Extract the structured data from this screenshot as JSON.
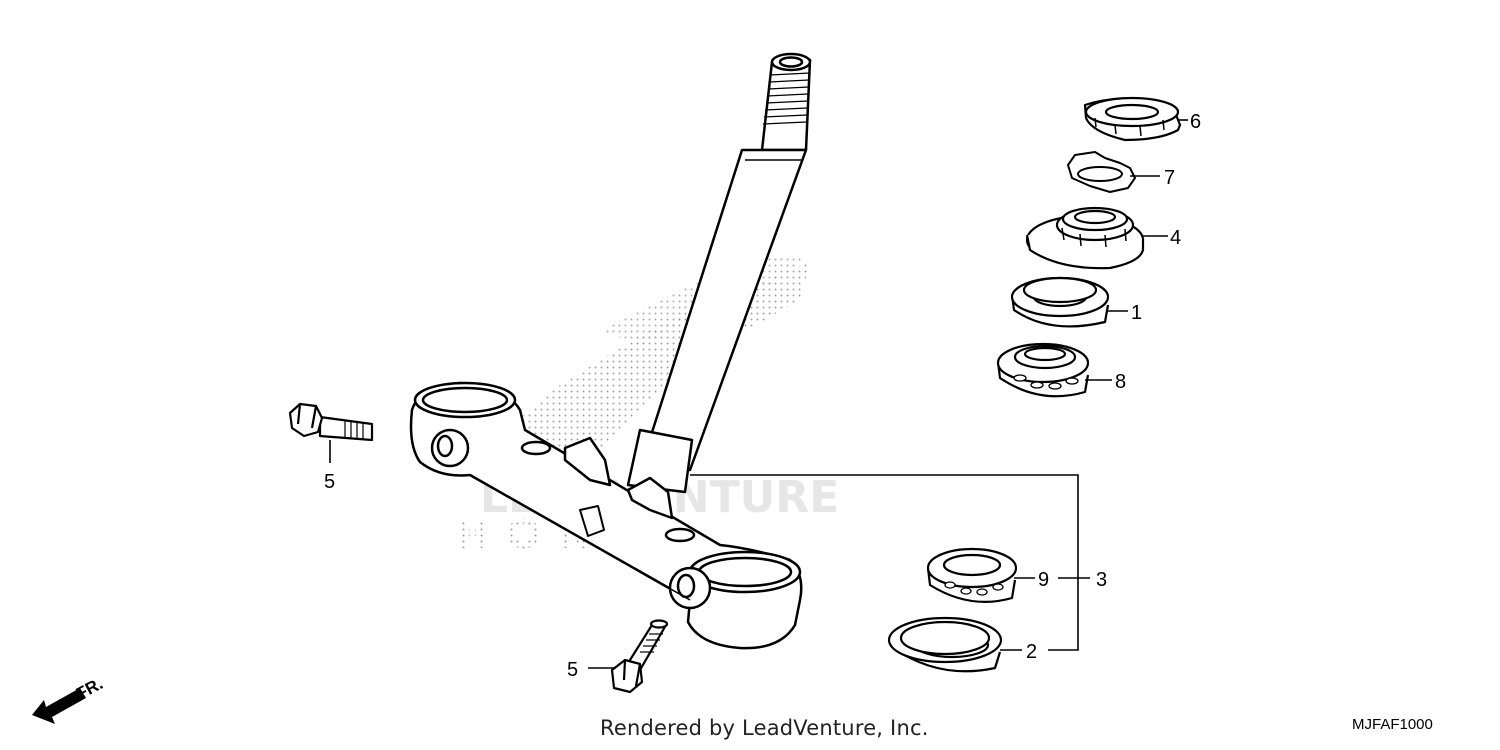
{
  "callouts": {
    "c1": "1",
    "c2": "2",
    "c3": "3",
    "c4": "4",
    "c5a": "5",
    "c5b": "5",
    "c6": "6",
    "c7": "7",
    "c8": "8",
    "c9": "9"
  },
  "direction_indicator": "FR.",
  "caption": "Rendered by LeadVenture, Inc.",
  "diagram_code": "MJFAF1000",
  "watermark": {
    "line1": "LEADVENTURE",
    "line2": "HONDA"
  },
  "colors": {
    "line": "#000000",
    "dots": "#9a9a9a",
    "watermark": "#e6e6e6"
  }
}
